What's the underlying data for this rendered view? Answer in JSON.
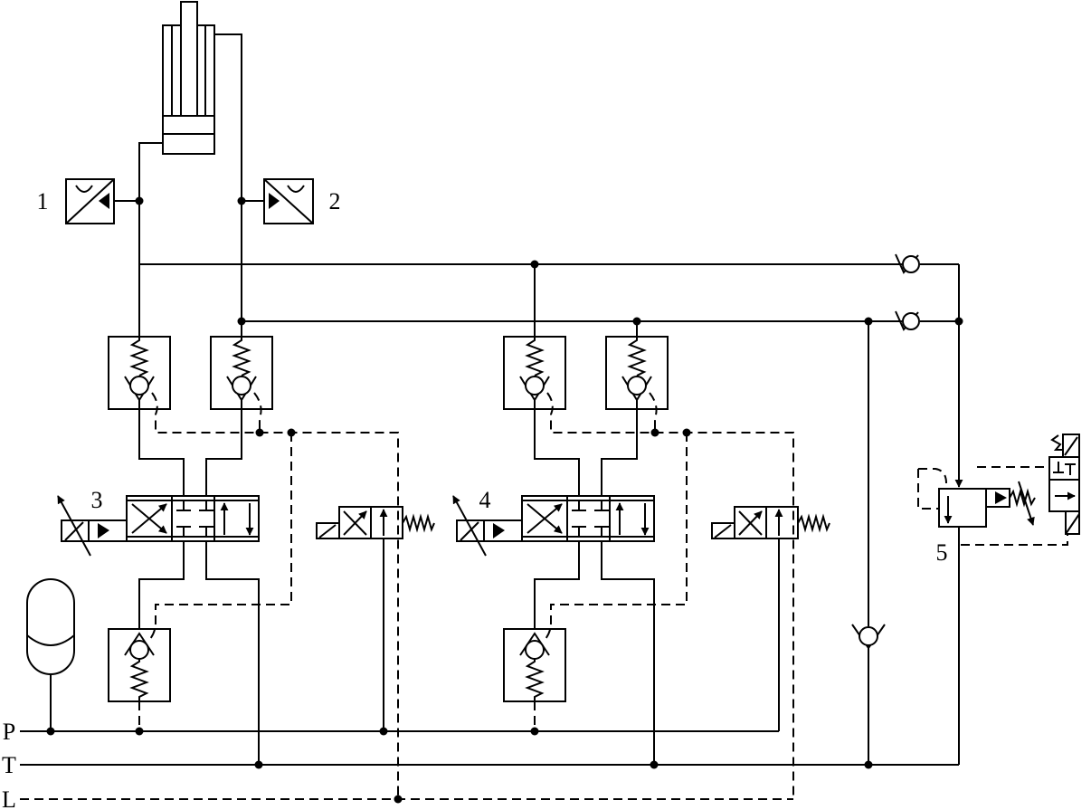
{
  "labels": {
    "c1": "1",
    "c2": "2",
    "c3": "3",
    "c4": "4",
    "c5": "5",
    "p": "P",
    "t": "T",
    "l": "L"
  }
}
